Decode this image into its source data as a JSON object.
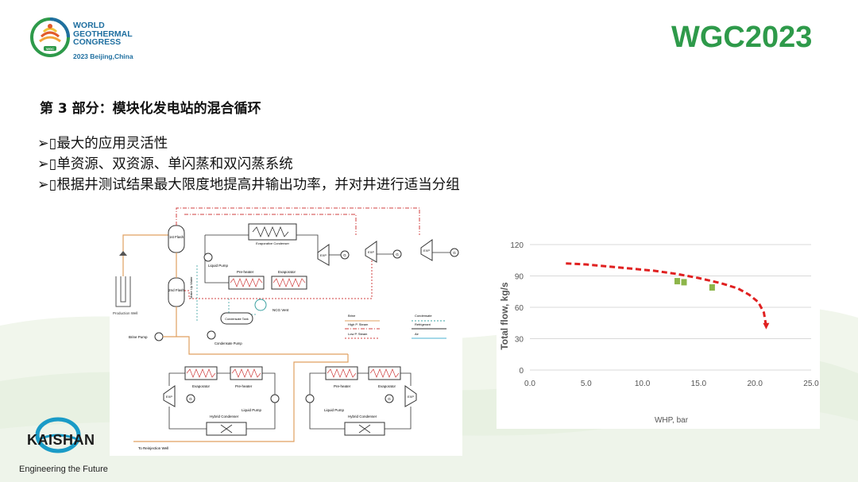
{
  "header": {
    "logo_lines": [
      "WORLD",
      "GEOTHERMAL",
      "CONGRESS"
    ],
    "logo_subtitle": "2023 Beijing,China",
    "logo_badge": "WGC",
    "brand": "WGC2023"
  },
  "slide": {
    "title": "第 3 部分：模块化发电站的混合循环",
    "bullets": [
      "最大的应用灵活性",
      "单资源、双资源、单闪蒸和双闪蒸系统",
      "根据井测试结果最大限度地提高井输出功率，并对井进行适当分组"
    ],
    "bullet_glyph": "➢",
    "bullet_box": "▯"
  },
  "diagram": {
    "labels": {
      "flash1": "1st Flash",
      "flash2": "2nd Flash",
      "production_well": "Production Well",
      "brine_pump": "Brine Pump",
      "evap_condenser": "Evaporative Condenser",
      "liquid_pump": "Liquid Pump",
      "pre_heater": "Pre-heater",
      "evaporator": "Evaporator",
      "exp": "EXP",
      "g": "G",
      "ncg_vent": "NCG Vent",
      "condensate_tank": "Condensate Tank",
      "condensate_pump": "Condensate Pump",
      "make_up_water": "Make Up Water",
      "hybrid_condenser": "Hybrid Condenser",
      "reinjection_well": "To Reinjection Well"
    },
    "legend": [
      "Brine",
      "High P. Steam",
      "Low P. Steam",
      "Condensate",
      "Refrigerant",
      "Air"
    ]
  },
  "chart_data": {
    "type": "scatter",
    "xlabel": "WHP, bar",
    "ylabel": "Total flow, kg/s",
    "xlim": [
      0,
      25
    ],
    "ylim": [
      0,
      120
    ],
    "xticks": [
      "0.0",
      "5.0",
      "10.0",
      "15.0",
      "20.0",
      "25.0"
    ],
    "yticks": [
      "0",
      "30",
      "60",
      "90",
      "120"
    ],
    "grid": true,
    "series": [
      {
        "style": "dashed-line",
        "color": "#e02020",
        "x": [
          3.2,
          5,
          7,
          9,
          11,
          13,
          15,
          17,
          18.5,
          19.5,
          20.3,
          20.8,
          21.0
        ],
        "y": [
          102,
          101,
          99,
          97,
          95,
          92,
          88,
          83,
          78,
          72,
          65,
          55,
          42
        ]
      },
      {
        "style": "markers",
        "color": "#8db54a",
        "x": [
          13.1,
          13.7,
          16.2
        ],
        "y": [
          85,
          84,
          79
        ]
      }
    ]
  },
  "footer": {
    "company": "KAISHAN",
    "tagline": "Engineering the Future"
  }
}
